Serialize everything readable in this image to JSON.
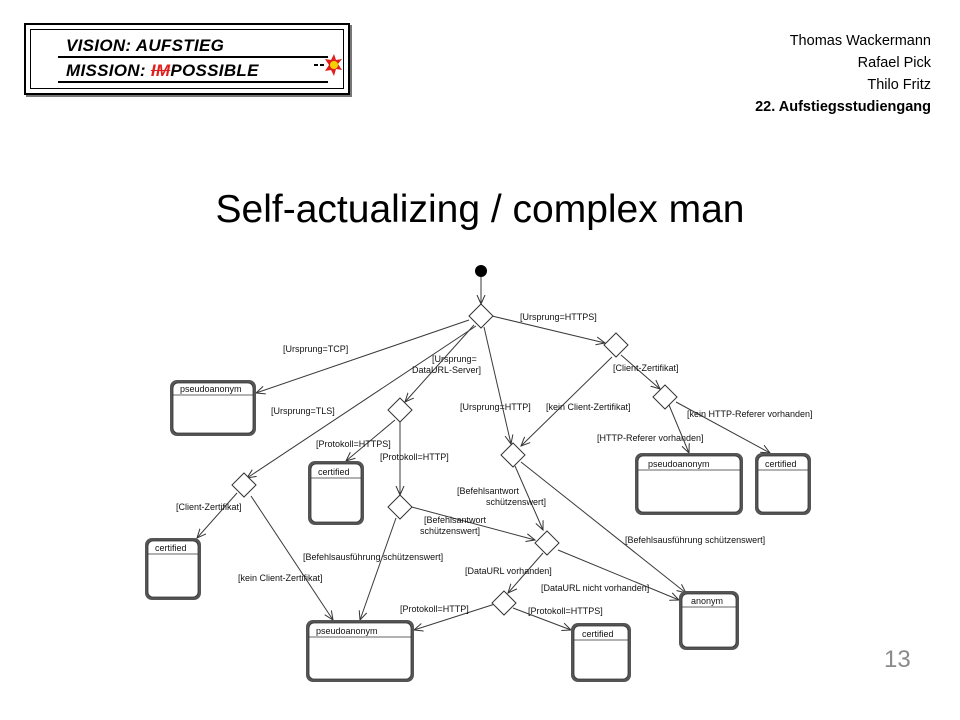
{
  "header": {
    "logo": {
      "line1": "VISION: AUFSTIEG",
      "line2_prefix": "MISSION: ",
      "line2_strike": "IM",
      "line2_suffix": "POSSIBLE"
    },
    "authors": [
      "Thomas Wackermann",
      "Rafael Pick",
      "Thilo Fritz"
    ],
    "program": "22. Aufstiegsstudiengang"
  },
  "slide": {
    "title": "Self-actualizing / complex man",
    "page_number": "13"
  },
  "diagram": {
    "states": [
      {
        "id": "s_pa1",
        "label": "pseudoanonym"
      },
      {
        "id": "s_cert_mid",
        "label": "certified"
      },
      {
        "id": "s_cert_left",
        "label": "certified"
      },
      {
        "id": "s_pa_bottom",
        "label": "pseudoanonym"
      },
      {
        "id": "s_pa_right",
        "label": "pseudoanonym"
      },
      {
        "id": "s_cert_right",
        "label": "certified"
      },
      {
        "id": "s_anonym",
        "label": "anonym"
      },
      {
        "id": "s_cert_bottom",
        "label": "certified"
      }
    ],
    "edge_labels": [
      {
        "id": "l1",
        "text": "[Ursprung=HTTPS]"
      },
      {
        "id": "l2",
        "text": "[Ursprung=TCP]"
      },
      {
        "id": "l3a",
        "text": "[Ursprung="
      },
      {
        "id": "l3b",
        "text": "DataURL-Server]"
      },
      {
        "id": "l4",
        "text": "[Client-Zertifikat]"
      },
      {
        "id": "l5",
        "text": "[Ursprung=TLS]"
      },
      {
        "id": "l6",
        "text": "[Ursprung=HTTP]"
      },
      {
        "id": "l7",
        "text": "[kein Client-Zertifikat]"
      },
      {
        "id": "l8",
        "text": "[kein HTTP-Referer vorhanden]"
      },
      {
        "id": "l9",
        "text": "[Protokoll=HTTPS]"
      },
      {
        "id": "l10",
        "text": "[HTTP-Referer vorhanden]"
      },
      {
        "id": "l11",
        "text": "[Protokoll=HTTP]"
      },
      {
        "id": "l12a",
        "text": "[Befehlsantwort"
      },
      {
        "id": "l12b",
        "text": "schützenswert]"
      },
      {
        "id": "l13",
        "text": "[Client-Zertifikat]"
      },
      {
        "id": "l14a",
        "text": "[Befehlsantwort"
      },
      {
        "id": "l14b",
        "text": "schützenswert]"
      },
      {
        "id": "l15",
        "text": "[Befehlsausführung schützenswert]"
      },
      {
        "id": "l16",
        "text": "[Befehlsausführung schützenswert]"
      },
      {
        "id": "l17",
        "text": "[DataURL vorhanden]"
      },
      {
        "id": "l18",
        "text": "[kein Client-Zertifikat]"
      },
      {
        "id": "l19",
        "text": "[DataURL nicht vorhanden]"
      },
      {
        "id": "l20",
        "text": "[Protokoll=HTTP]"
      },
      {
        "id": "l21",
        "text": "[Protokoll=HTTPS]"
      }
    ]
  }
}
